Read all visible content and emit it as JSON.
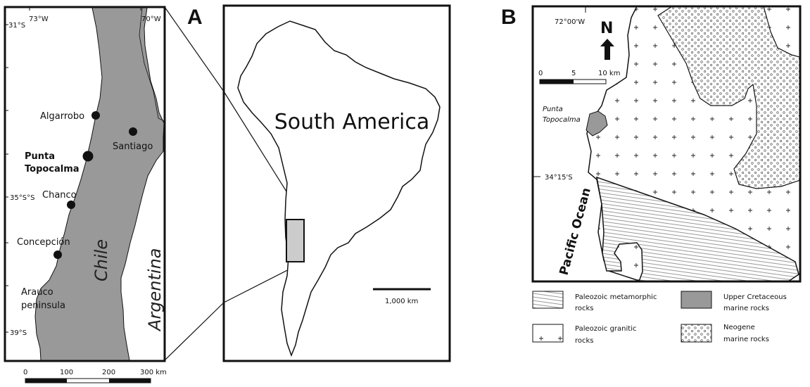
{
  "colors": {
    "land": "#999999",
    "cretaceous": "#999999",
    "ink": "#111111"
  },
  "panels": {
    "a": "A",
    "b": "B"
  },
  "regional_map": {
    "lat_labels": [
      "31°S",
      "35°S°S",
      "39°S"
    ],
    "lon_labels": [
      "73°W",
      "70°W"
    ],
    "places": {
      "algarrobo": "Algarrobo",
      "santiago": "Santiago",
      "punta_1": "Punta",
      "punta_2": "Topocalma",
      "chanco": "Chanco",
      "concepcion": "Concepción",
      "arauco_1": "Arauco",
      "arauco_2": "peninsula"
    },
    "countries": {
      "chile": "Chile",
      "argentina": "Argentina"
    },
    "scale": {
      "t0": "0",
      "t1": "100",
      "t2": "200",
      "t3": "300 km"
    }
  },
  "continent_map": {
    "title": "South America",
    "scale": "1,000 km"
  },
  "geologic_map": {
    "lon_label": "72°00'W",
    "lat_label": "34°15'S",
    "north": "N",
    "scale": {
      "t0": "0",
      "t1": "5",
      "t2": "10 km"
    },
    "place_1": "Punta",
    "place_2": "Topocalma",
    "ocean": "Pacific Ocean",
    "legend": [
      {
        "l1": "Paleozoic metamorphic",
        "l2": "rocks"
      },
      {
        "l1": "Upper Cretaceous",
        "l2": "marine rocks"
      },
      {
        "l1": "Paleozoic granitic",
        "l2": "rocks"
      },
      {
        "l1": "Neogene",
        "l2": "marine rocks"
      }
    ]
  }
}
